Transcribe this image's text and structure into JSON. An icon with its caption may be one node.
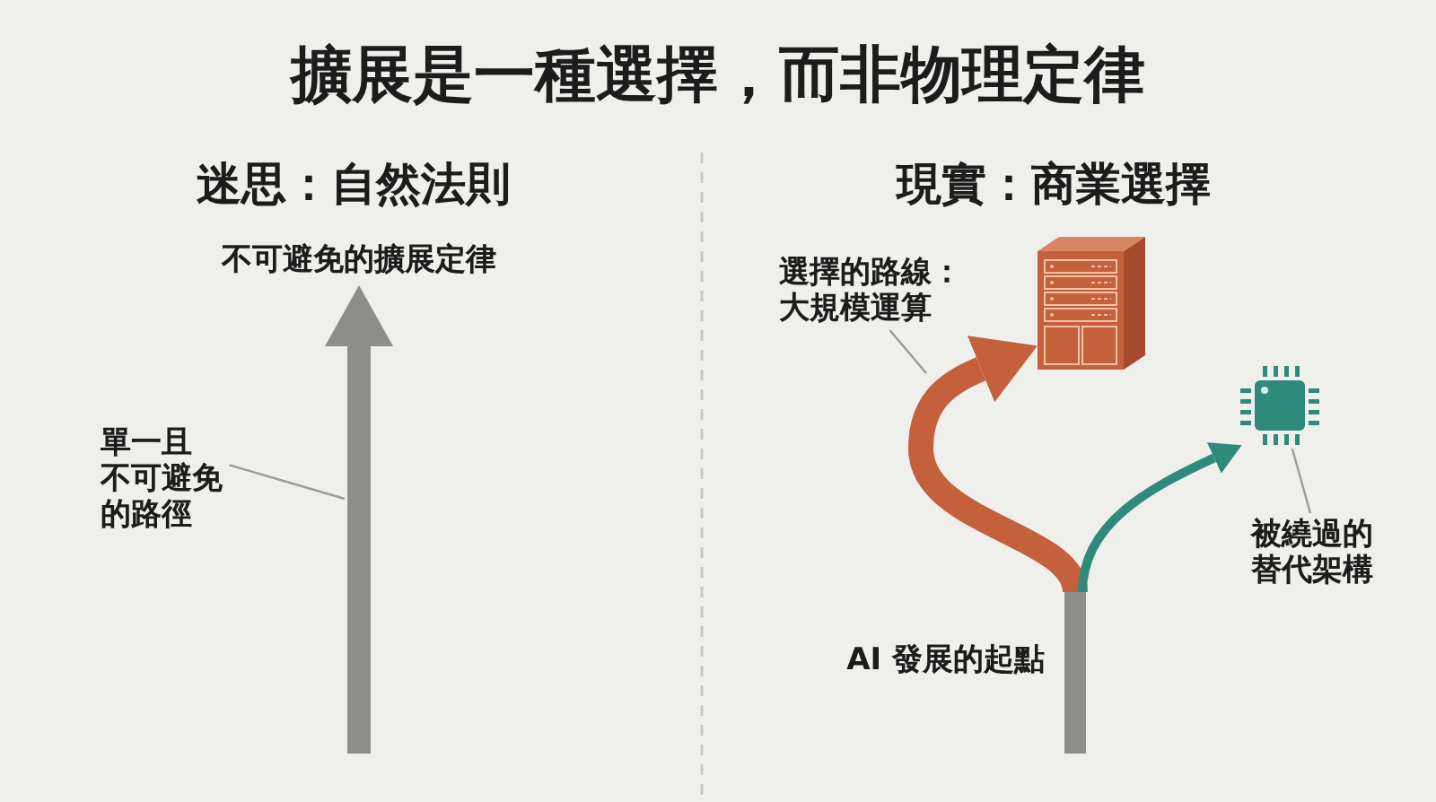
{
  "diagram": {
    "title": "擴展是一種選擇，而非物理定律",
    "nodes": [
      {
        "text": [
          "不可避免的擴展定律"
        ]
      },
      {
        "text": [
          "單一且不可避免的路徑"
        ]
      },
      {
        "text": [
          "選擇的路線：大規模運算"
        ]
      },
      {
        "text": [],
        "shape": "picture"
      },
      {
        "text": [],
        "shape": "picture"
      },
      {
        "text": [
          "被繞過的替代架構"
        ]
      },
      {
        "text": [],
        "shape": "bar",
        "beside": [
          "AI 發展的起點"
        ]
      }
    ],
    "edges": [
      {
        "from": null,
        "to": 0,
        "arrow": "to",
        "style": "thick",
        "color": "#8d8d8b"
      },
      {
        "from": 1,
        "to": null,
        "arrow": "none"
      },
      {
        "from": 2,
        "to": null,
        "arrow": "none"
      },
      {
        "from": 6,
        "to": 3,
        "arrow": "to",
        "style": "thick",
        "color": "#c5603d"
      },
      {
        "from": 6,
        "to": 4,
        "arrow": "to",
        "style": "thick",
        "color": "#2e8b7c"
      },
      {
        "from": 5,
        "to": 4,
        "arrow": "none"
      }
    ],
    "labels": [
      "迷思：自然法則",
      "現實：商業選擇"
    ]
  }
}
